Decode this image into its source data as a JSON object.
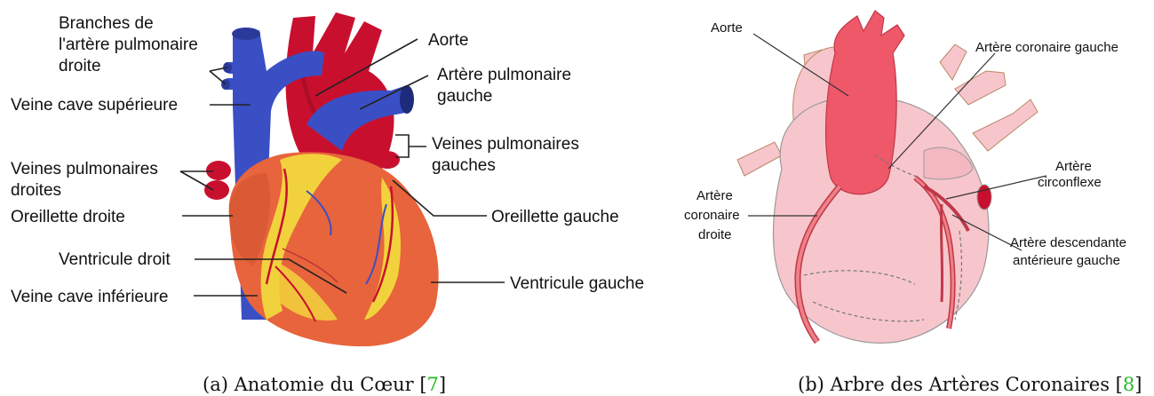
{
  "figure_a": {
    "labels": {
      "branches_line1": "Branches de",
      "branches_line2": "l'artère pulmonaire",
      "branches_line3": "droite",
      "veine_cave_sup": "Veine cave supérieure",
      "veines_pulm_droites_line1": "Veines pulmonaires",
      "veines_pulm_droites_line2": "droites",
      "oreillette_droite": "Oreillette droite",
      "ventricule_droit": "Ventricule droit",
      "veine_cave_inf": "Veine cave inférieure",
      "aorte": "Aorte",
      "artere_pulm_gauche_line1": "Artère pulmonaire",
      "artere_pulm_gauche_line2": "gauche",
      "veines_pulm_gauches_line1": "Veines pulmonaires",
      "veines_pulm_gauches_line2": "gauches",
      "oreillette_gauche": "Oreillette gauche",
      "ventricule_gauche": "Ventricule gauche"
    },
    "caption_text": "(a) Anatomie du Cœur [",
    "caption_ref": "7",
    "caption_end": "]"
  },
  "figure_b": {
    "labels": {
      "aorte": "Aorte",
      "coronaire_gauche": "Artère coronaire gauche",
      "circonflexe_line1": "Artère",
      "circonflexe_line2": "circonflexe",
      "coronaire_droite_line1": "Artère",
      "coronaire_droite_line2": "coronaire",
      "coronaire_droite_line3": "droite",
      "descendante_line1": "Artère descendante",
      "descendante_line2": "antérieure gauche"
    },
    "caption_text": "(b) Arbre des Artères Coronaires [",
    "caption_ref": "8",
    "caption_end": "]"
  },
  "colors": {
    "vein_blue": "#3a4fc4",
    "artery_red": "#c8102e",
    "muscle_orange": "#e8643c",
    "fat_yellow": "#f2d23c",
    "pink_heart": "#f7c6cc",
    "pink_aorta": "#ee5868"
  }
}
